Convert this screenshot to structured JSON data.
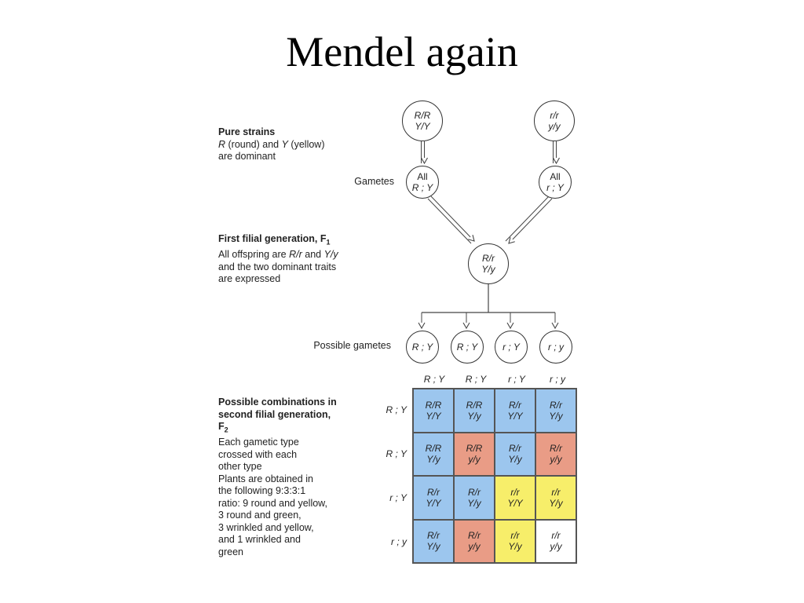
{
  "title": "Mendel again",
  "pure_strains": {
    "heading": "Pure strains",
    "line1_part1": "R",
    "line1_part2": " (round) and ",
    "line1_part3": "Y",
    "line1_part4": " (yellow)",
    "line2": "are dominant"
  },
  "parents": {
    "left": {
      "top": "R/R",
      "bottom": "Y/Y"
    },
    "right": {
      "top": "r/r",
      "bottom": "y/y"
    }
  },
  "gametes_label": "Gametes",
  "gametes": {
    "left": {
      "top": "All",
      "bottom": "R ; Y"
    },
    "right": {
      "top": "All",
      "bottom": "r ; Y"
    }
  },
  "f1": {
    "heading": "First filial generation, F",
    "heading_sub": "1",
    "line1_a": "All offspring are ",
    "line1_b": "R/r",
    "line1_c": " and ",
    "line1_d": "Y/y",
    "line2": "and the two dominant traits",
    "line3": "are expressed",
    "circle_top": "R/r",
    "circle_bottom": "Y/y"
  },
  "possible_gametes_label": "Possible gametes",
  "possible_gametes": [
    "R ; Y",
    "R ; Y",
    "r ; Y",
    "r ; y"
  ],
  "col_headers": [
    "R ; Y",
    "R ; Y",
    "r ; Y",
    "r ; y"
  ],
  "row_headers": [
    "R ; Y",
    "R ; Y",
    "r ; Y",
    "r ; y"
  ],
  "grid": [
    [
      {
        "a": "R/R",
        "b": "Y/Y",
        "color": "blue"
      },
      {
        "a": "R/R",
        "b": "Y/y",
        "color": "blue"
      },
      {
        "a": "R/r",
        "b": "Y/Y",
        "color": "blue"
      },
      {
        "a": "R/r",
        "b": "Y/y",
        "color": "blue"
      }
    ],
    [
      {
        "a": "R/R",
        "b": "Y/y",
        "color": "blue"
      },
      {
        "a": "R/R",
        "b": "y/y",
        "color": "salmon"
      },
      {
        "a": "R/r",
        "b": "Y/y",
        "color": "blue"
      },
      {
        "a": "R/r",
        "b": "y/y",
        "color": "salmon"
      }
    ],
    [
      {
        "a": "R/r",
        "b": "Y/Y",
        "color": "blue"
      },
      {
        "a": "R/r",
        "b": "Y/y",
        "color": "blue"
      },
      {
        "a": "r/r",
        "b": "Y/Y",
        "color": "yellow"
      },
      {
        "a": "r/r",
        "b": "Y/y",
        "color": "yellow"
      }
    ],
    [
      {
        "a": "R/r",
        "b": "Y/y",
        "color": "blue"
      },
      {
        "a": "R/r",
        "b": "y/y",
        "color": "salmon"
      },
      {
        "a": "r/r",
        "b": "Y/y",
        "color": "yellow"
      },
      {
        "a": "r/r",
        "b": "y/y",
        "color": "white"
      }
    ]
  ],
  "f2": {
    "heading1": "Possible combinations in",
    "heading2": "second filial generation,",
    "heading3": "F",
    "heading3_sub": "2",
    "lines": [
      "Each gametic type",
      "crossed with each",
      "other type",
      "Plants are obtained in",
      "the following 9:3:3:1",
      "ratio: 9 round and yellow,",
      "3 round and green,",
      "3 wrinkled and yellow,",
      "and 1 wrinkled and",
      "green"
    ]
  },
  "colors": {
    "blue": "#9cc6ee",
    "salmon": "#e99c86",
    "yellow": "#f7ee6a",
    "white": "#ffffff"
  }
}
